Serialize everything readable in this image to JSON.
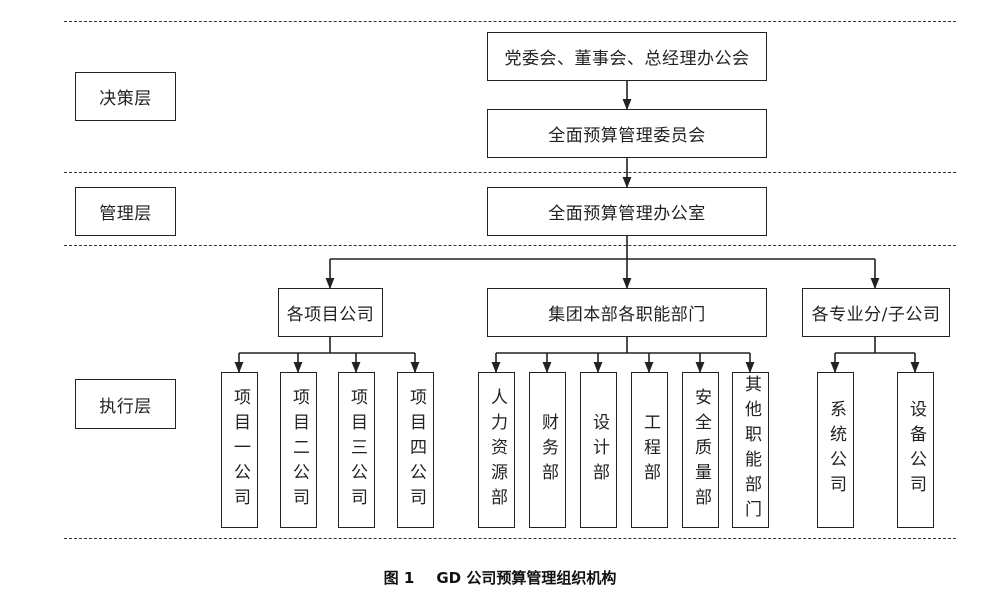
{
  "layers": {
    "decision": "决策层",
    "management": "管理层",
    "execution": "执行层"
  },
  "nodes": {
    "party_board": "党委会、董事会、总经理办公会",
    "budget_committee": "全面预算管理委员会",
    "budget_office": "全面预算管理办公室",
    "project_companies": "各项目公司",
    "hq_departments": "集团本部各职能部门",
    "specialized_companies": "各专业分/子公司"
  },
  "project_companies": [
    "项目一公司",
    "项目二公司",
    "项目三公司",
    "项目四公司"
  ],
  "hq_departments": [
    "人力资源部",
    "财务部",
    "设计部",
    "工程部",
    "安全质量部",
    "其他职能部门"
  ],
  "specialized_companies": [
    "系统公司",
    "设备公司"
  ],
  "caption": {
    "figure_label": "图 1",
    "title": "GD 公司预算管理组织机构"
  }
}
